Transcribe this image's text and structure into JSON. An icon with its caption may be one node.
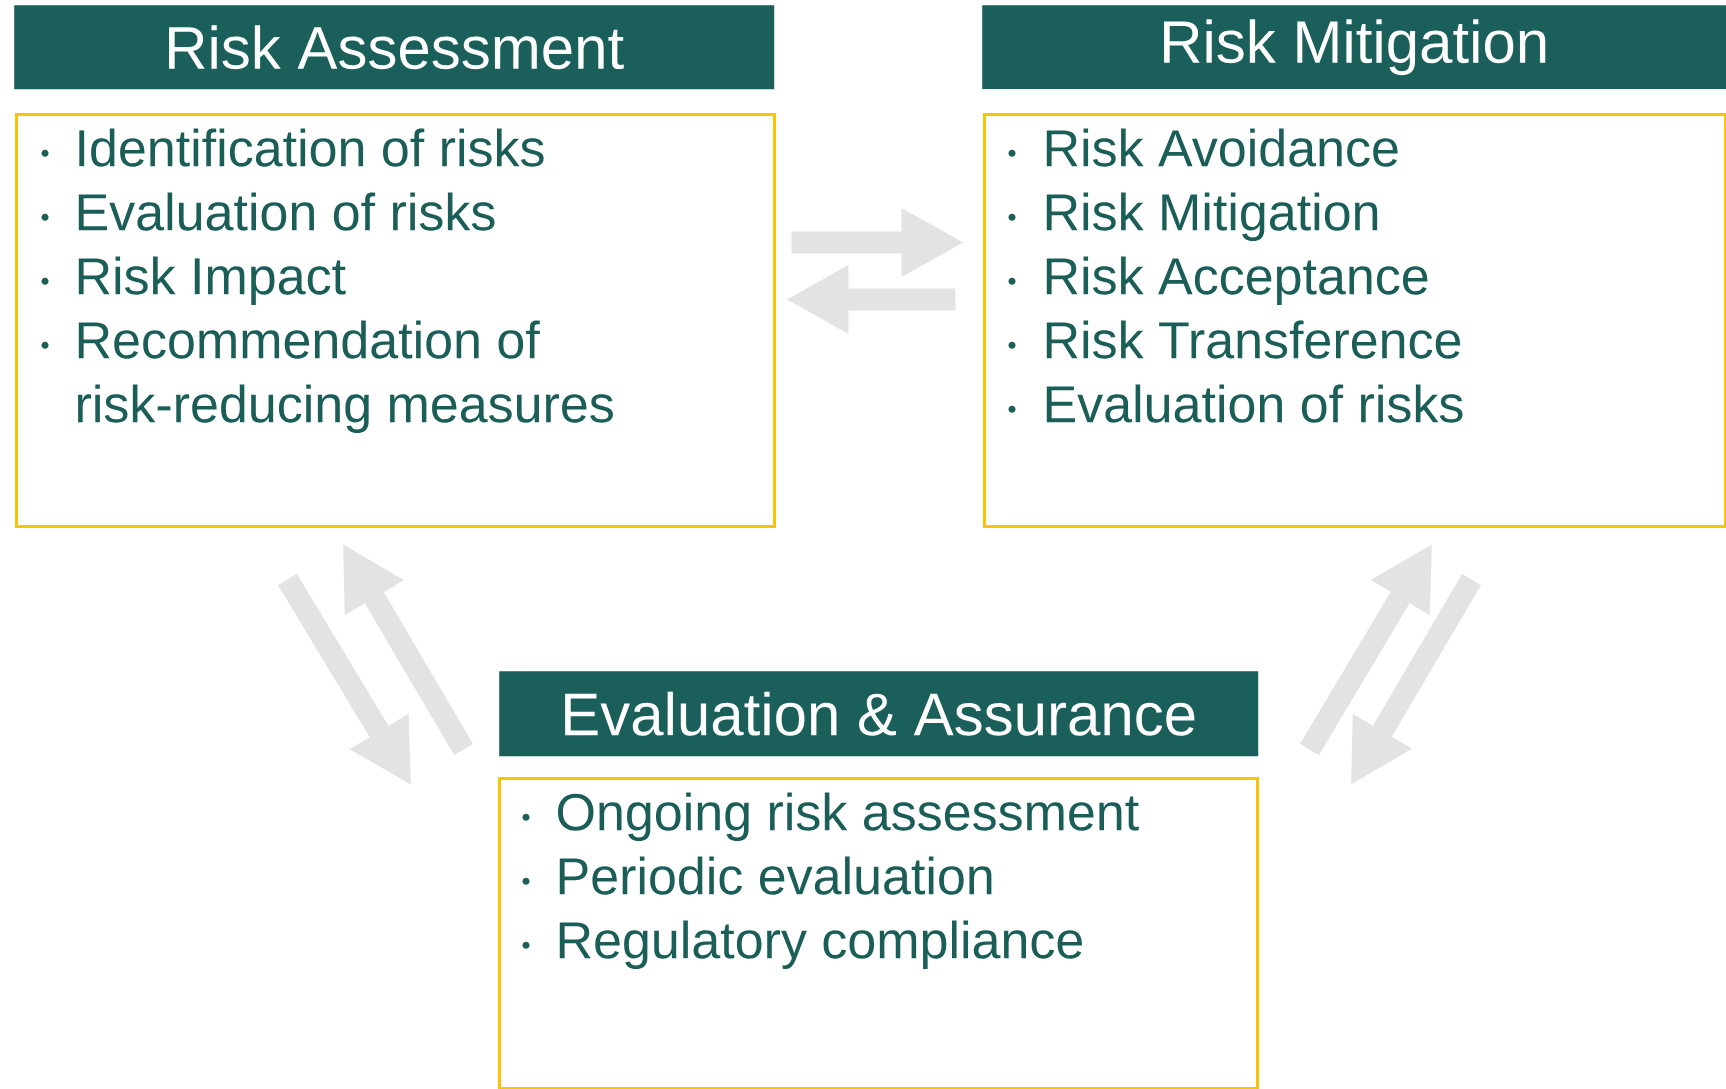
{
  "diagram": {
    "nodes": [
      {
        "text": [
          "Risk Assessment",
          "Identification of risks",
          "Evaluation of risks",
          "Risk Impact",
          "Recommendation of risk-reducing measures"
        ]
      },
      {
        "text": [
          "Risk Mitigation",
          "Risk Avoidance",
          "Risk Mitigation",
          "Risk Acceptance",
          "Risk Transference",
          "Evaluation of risks"
        ]
      },
      {
        "text": [
          "Evaluation & Assurance",
          "Ongoing risk assessment",
          "Periodic evaluation",
          "Regulatory compliance"
        ]
      }
    ],
    "edges": [
      {
        "from": 0,
        "to": 1,
        "arrow": "to"
      },
      {
        "from": 1,
        "to": 0,
        "arrow": "to"
      },
      {
        "from": 0,
        "to": 2,
        "arrow": "to"
      },
      {
        "from": 2,
        "to": 0,
        "arrow": "to"
      },
      {
        "from": 2,
        "to": 1,
        "arrow": "to"
      },
      {
        "from": 1,
        "to": 2,
        "arrow": "to"
      }
    ]
  }
}
